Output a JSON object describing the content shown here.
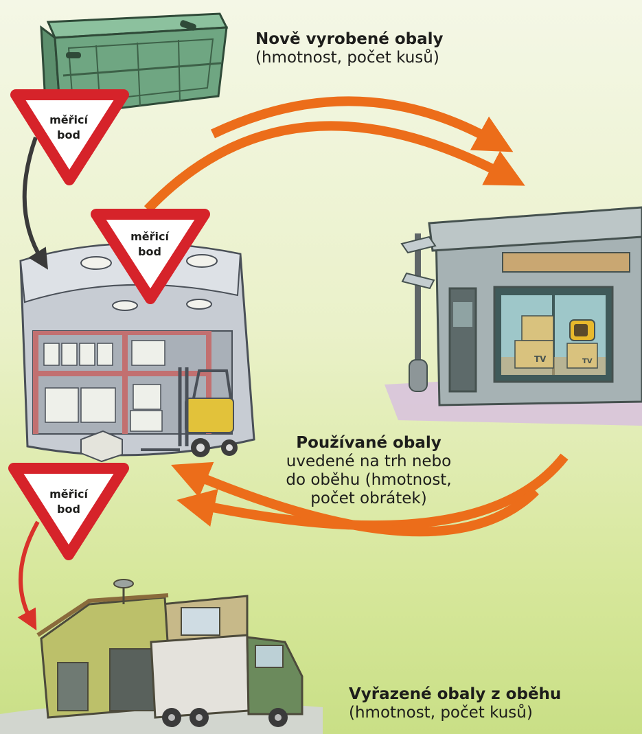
{
  "measuring_point_label": [
    "měřicí",
    "bod"
  ],
  "stages": {
    "new": {
      "title": "Nově vyrobené obaly",
      "detail": "(hmotnost, počet kusů)"
    },
    "used": {
      "title": "Používané obaly",
      "detail": "uvedené na trh nebo\ndo oběhu (hmotnost,\npočet obrátek)"
    },
    "retired": {
      "title": "Vyřazené obaly z oběhu",
      "detail": "(hmotnost, počet kusů)"
    }
  },
  "shop_tv_label": "TV",
  "colors": {
    "arrow_orange": "#ec6d1a",
    "arrow_dark": "#3a3a3a",
    "arrow_red": "#d9322a",
    "sign_red": "#d6232a",
    "crate_green": "#6fa682"
  }
}
